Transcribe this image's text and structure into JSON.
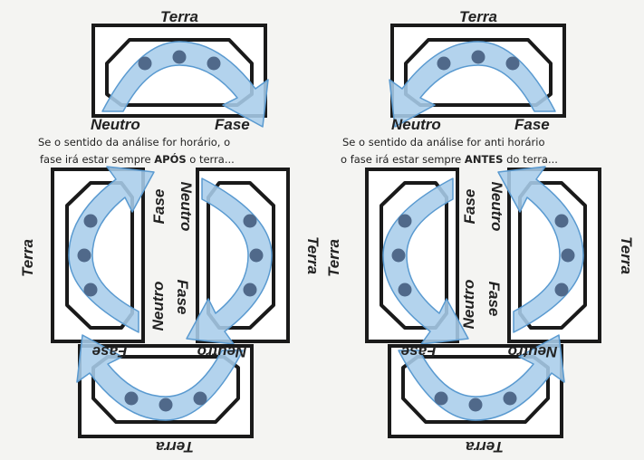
{
  "labels": {
    "terra": "Terra",
    "neutro": "Neutro",
    "fase": "Fase"
  },
  "captions": {
    "left": {
      "line1": "Se o sentido da análise for horário, o",
      "line2_before": "fase irá estar sempre ",
      "line2_bold": "APÓS",
      "line2_after": " o terra..."
    },
    "right": {
      "line1": "Se o sentido da análise for anti horário",
      "line2_before": "o fase irá estar sempre ",
      "line2_bold": "ANTES",
      "line2_after": " do terra..."
    }
  },
  "colors": {
    "arrow_fill": "#a9cdea",
    "arrow_stroke": "#5a9ad0",
    "dot": "#50698a",
    "outline": "#1a1a1a"
  },
  "directions": {
    "left": "clockwise",
    "right": "counterclockwise"
  }
}
